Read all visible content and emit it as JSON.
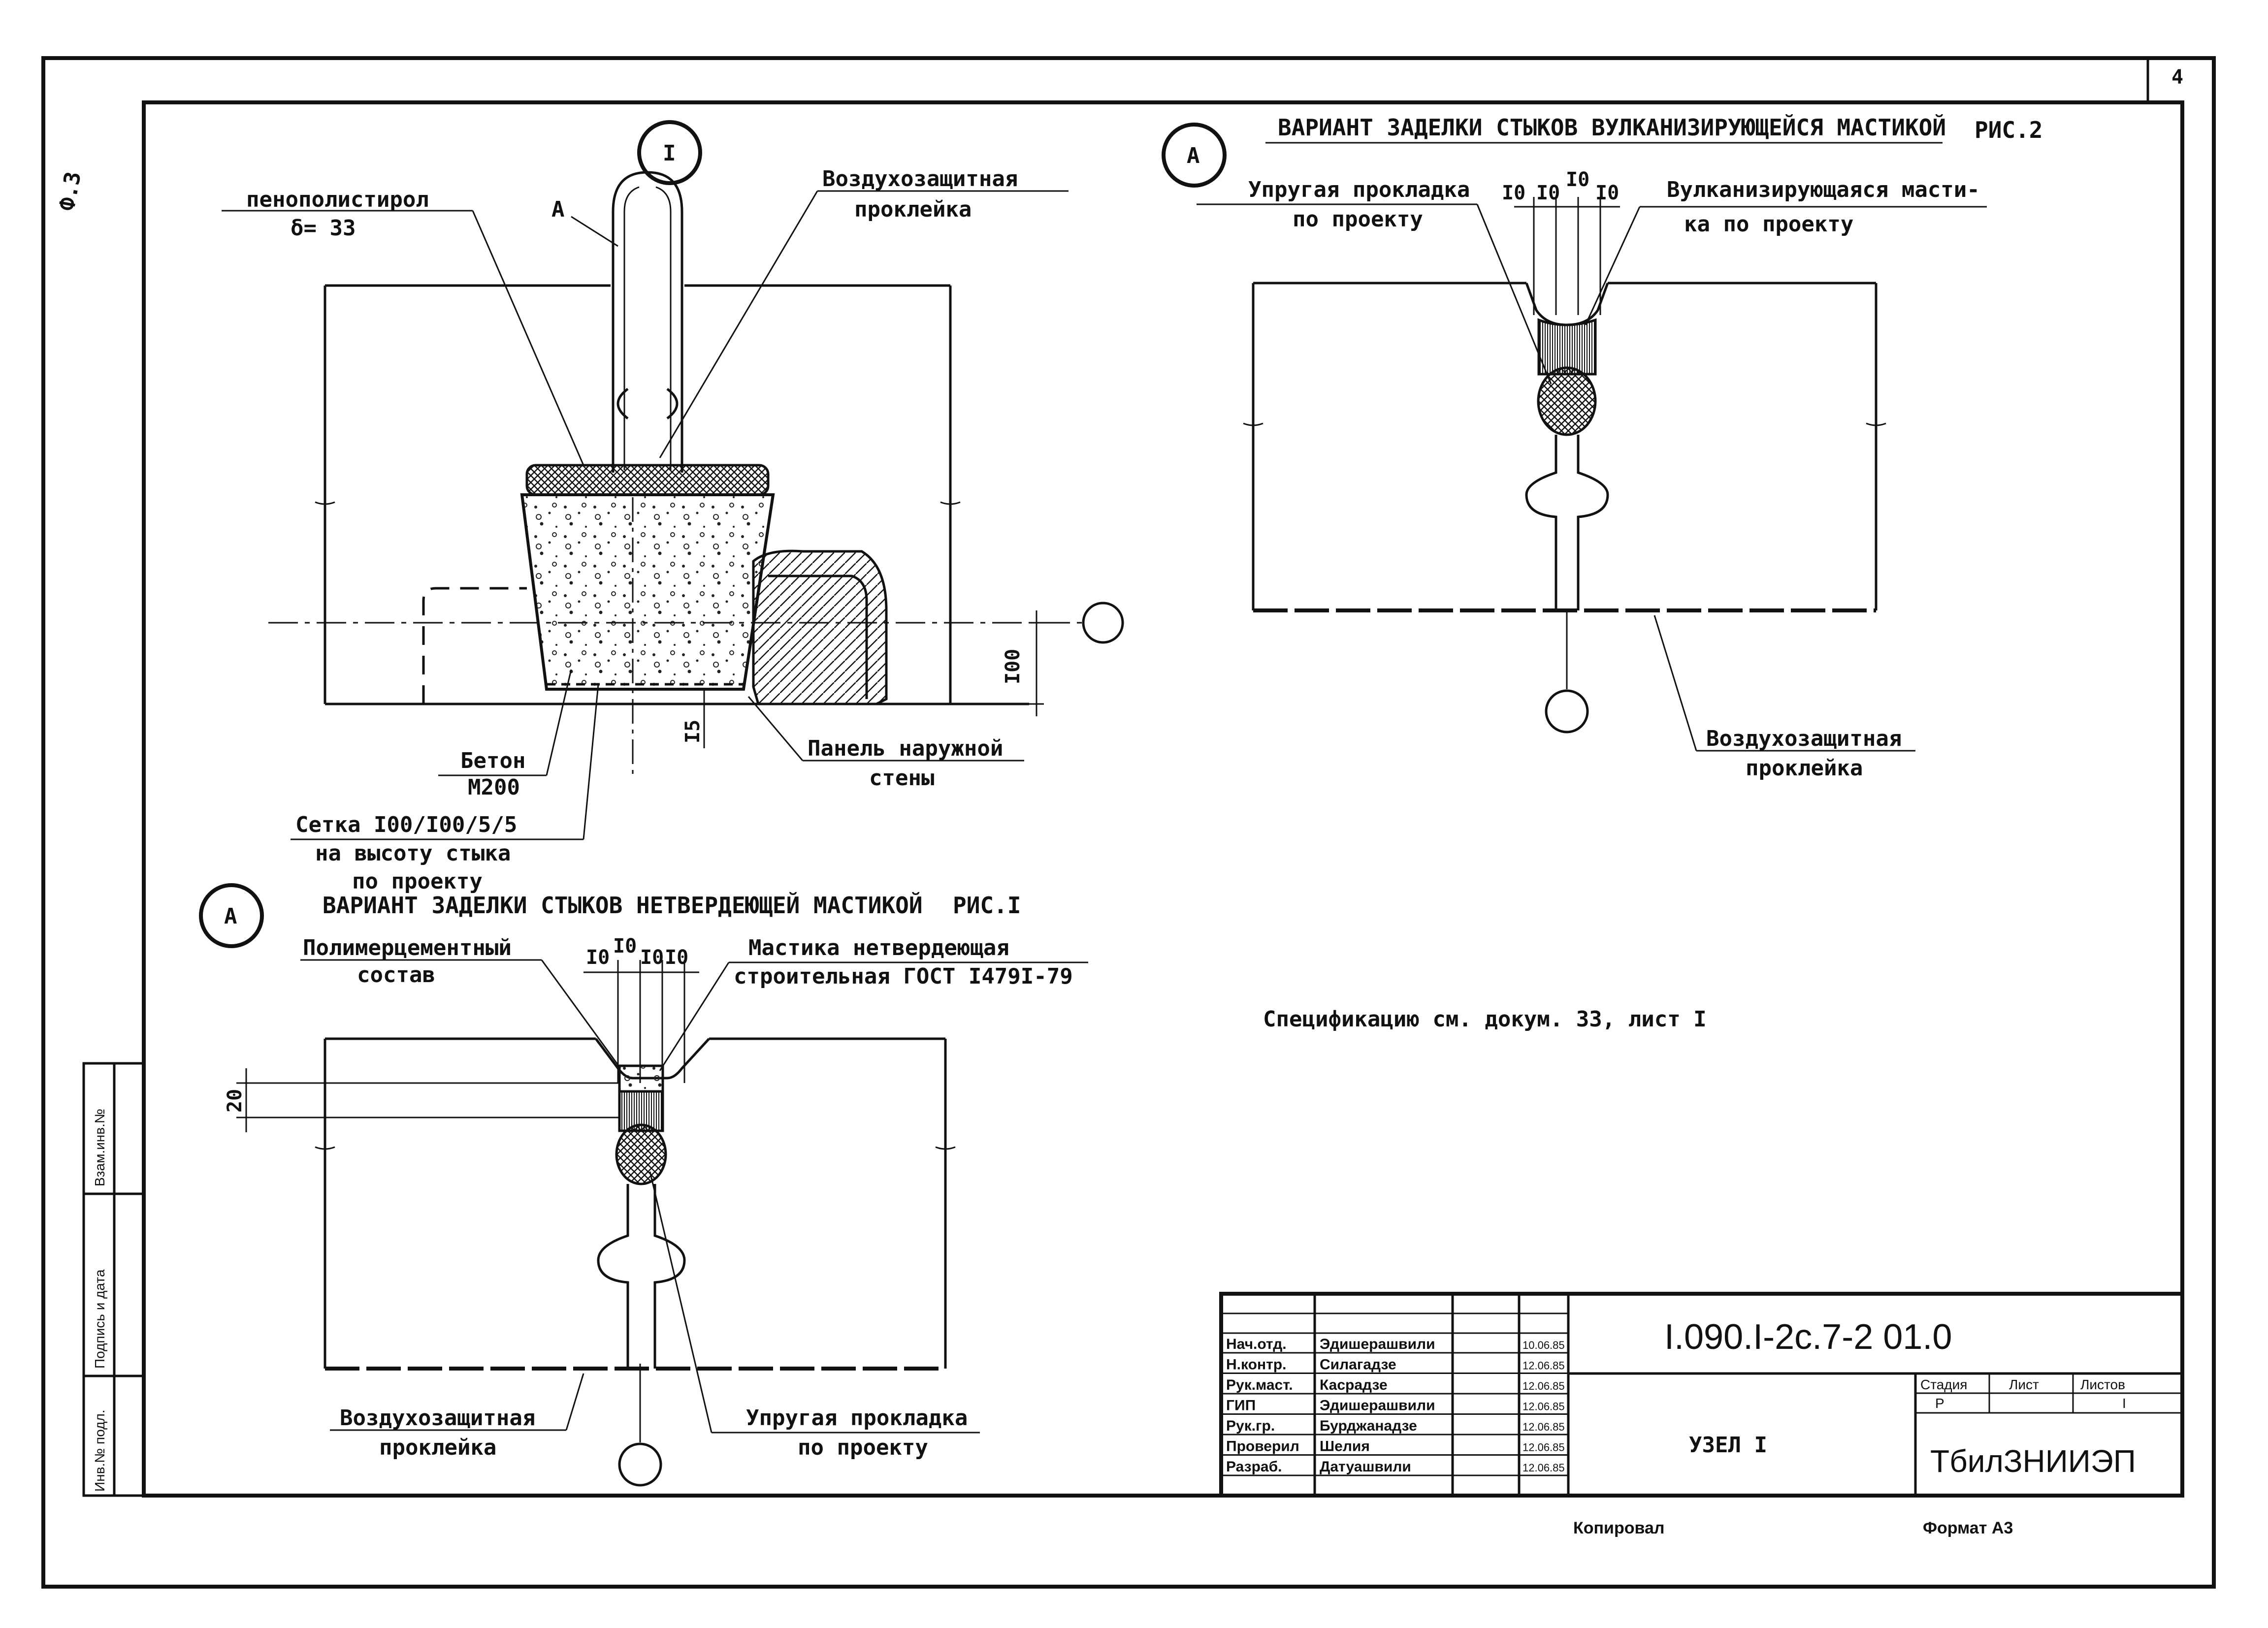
{
  "sheet": {
    "page_number": "4",
    "top_left_mark": "Ф.З",
    "spec_note": "Спецификацию см. докум. 33, лист I",
    "copied_by": "Копировал",
    "format": "Формат А3"
  },
  "node_I": {
    "marker": "I",
    "section_letter": "А",
    "foam_label": "пенополистирол",
    "foam_thickness": "δ= 33",
    "air_tape_l1": "Воздухозащитная",
    "air_tape_l2": "проклейка",
    "concrete_l1": "Бетон",
    "concrete_l2": "М200",
    "mesh_l1": "Сетка I00/I00/5/5",
    "mesh_l2": "на высоту стыка",
    "mesh_l3": "по проекту",
    "panel_l1": "Панель наружной",
    "panel_l2": "стены",
    "dim_100": "I00",
    "dim_15": "I5"
  },
  "fig1": {
    "marker": "А",
    "title": "ВАРИАНТ ЗАДЕЛКИ СТЫКОВ НЕТВЕРДЕЮЩЕЙ МАСТИКОЙ",
    "fig_no": "РИС.I",
    "polymer_l1": "Полимерцементный",
    "polymer_l2": "состав",
    "mastic_l1": "Мастика нетвердеющая",
    "mastic_l2": "строительная ГОСТ I479I-79",
    "air_tape_l1": "Воздухозащитная",
    "air_tape_l2": "проклейка",
    "gasket_l1": "Упругая прокладка",
    "gasket_l2": "по проекту",
    "dims": [
      "I0",
      "I0",
      "I0",
      "I0"
    ],
    "dim_20": "20"
  },
  "fig2": {
    "marker": "А",
    "title": "ВАРИАНТ ЗАДЕЛКИ СТЫКОВ ВУЛКАНИЗИРУЮЩЕЙСЯ МАСТИКОЙ",
    "fig_no": "РИС.2",
    "gasket_l1": "Упругая прокладка",
    "gasket_l2": "по проекту",
    "vulc_l1": "Вулканизирующаяся масти-",
    "vulc_l2": "ка по проекту",
    "air_tape_l1": "Воздухозащитная",
    "air_tape_l2": "проклейка",
    "dims": [
      "I0",
      "I0",
      "I0",
      "I0"
    ]
  },
  "side_stamps": [
    "Инв.№ подл.",
    "Подпись и дата",
    "Взам.инв.№"
  ],
  "title_block": {
    "doc_code": "I.090.I-2с.7-2 01.0",
    "sheet_name": "УЗЕЛ I",
    "stage_head": "Стадия",
    "sheet_head": "Лист",
    "sheets_head": "Листов",
    "stage_val": "Р",
    "sheets_val": "I",
    "org": "ТбилЗНИИЭП",
    "rows": [
      {
        "role": "Нач.отд.",
        "name": "Эдишерашвили",
        "date": "10.06.85"
      },
      {
        "role": "Н.контр.",
        "name": "Силагадзе",
        "date": "12.06.85"
      },
      {
        "role": "Рук.маст.",
        "name": "Касрадзе",
        "date": "12.06.85"
      },
      {
        "role": "ГИП",
        "name": "Эдишерашвили",
        "date": "12.06.85"
      },
      {
        "role": "Рук.гр.",
        "name": "Бурджанадзе",
        "date": "12.06.85"
      },
      {
        "role": "Проверил",
        "name": "Шелия",
        "date": "12.06.85"
      },
      {
        "role": "Разраб.",
        "name": "Датуашвили",
        "date": "12.06.85"
      }
    ]
  }
}
